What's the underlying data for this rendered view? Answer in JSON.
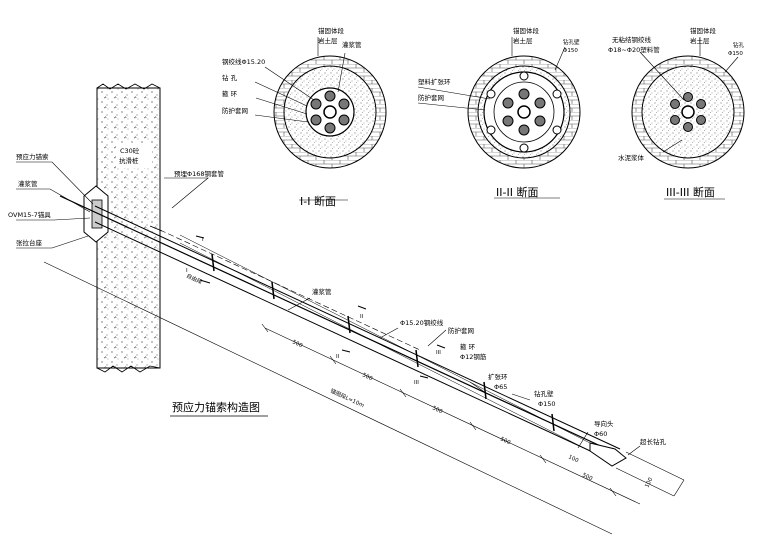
{
  "sections": {
    "s1": {
      "title": "I-I  断面",
      "labels": {
        "anchor": "锚固体段",
        "soil": "岩土层",
        "grout_pipe": "灌浆管",
        "strand": "钢绞线Φ15.20",
        "hole": "钻 孔",
        "hoop": "箍 环",
        "mesh": "防护套网"
      }
    },
    "s2": {
      "title": "II-II  断面",
      "labels": {
        "anchor": "锚固体段",
        "soil": "岩土层",
        "wall": "钻孔壁",
        "wall_dia": "Φ150",
        "ring": "塑料扩张环",
        "mesh": "防护套网"
      }
    },
    "s3": {
      "title": "III-III  断面",
      "labels": {
        "strand": "无粘结钢绞线",
        "pipe": "Φ18~Φ20塑料管",
        "anchor": "锚固体段",
        "soil": "岩土层",
        "hole": "钻孔",
        "hole_dia": "Φ150",
        "cement": "水泥浆体"
      }
    }
  },
  "main": {
    "title": "预应力锚索构造图",
    "labels": {
      "cable": "预应力锚索",
      "grout": "灌浆管",
      "anchor_tool": "OVM15-7锚具",
      "platform": "张拉台座",
      "wall": "C30砼",
      "wall2": "抗滑桩",
      "sleeve": "预埋Φ168钢套管",
      "grout2": "灌浆管",
      "strand": "Φ15.20钢绞线",
      "mesh": "防护套网",
      "hoop": "箍 环",
      "steel": "Φ12钢筋",
      "ring": "扩张环",
      "ring_dia": "Φ65",
      "hole_wall": "钻孔壁",
      "hole_dia": "Φ150",
      "guide": "导向头",
      "guide_dia": "Φ60",
      "over": "超长钻孔",
      "free_len": "自由段",
      "anchor_len": "锚固段L=10m",
      "s1": "I",
      "s2": "II",
      "s3": "III"
    },
    "dims": [
      "500",
      "500",
      "500",
      "500",
      "500",
      "100",
      "100"
    ]
  }
}
